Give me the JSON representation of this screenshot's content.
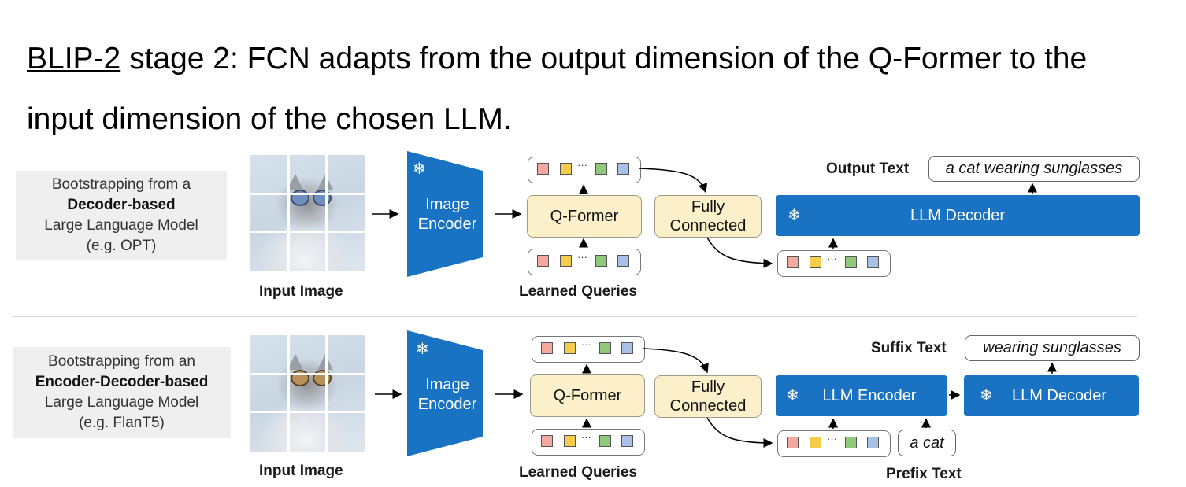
{
  "heading": {
    "link_text": "BLIP-2",
    "line1_rest": " stage 2: FCN adapts from the output dimension of the Q-Former to the",
    "line2": "input dimension of the chosen LLM."
  },
  "colors": {
    "encoder_blue": "#1a73c2",
    "qformer_fill": "#fbf0c9",
    "token_colors": [
      "#f4a8a0",
      "#f5cd4b",
      "#8fca7a",
      "#a9c1e6"
    ]
  },
  "top": {
    "side": {
      "line1": "Bootstrapping from a",
      "bold": "Decoder-based",
      "line3": "Large Language Model",
      "line4": "(e.g. OPT)"
    },
    "image_caption": "Input Image",
    "encoder_label": "Image\nEncoder",
    "encoder_icon": "snowflake-icon",
    "qformer": "Q-Former",
    "queries_caption": "Learned Queries",
    "fc": "Fully\nConnected",
    "output_label": "Output Text",
    "output_text": "a cat wearing sunglasses",
    "llm": "LLM Decoder",
    "llm_icon": "snowflake-icon"
  },
  "bottom": {
    "side": {
      "line1": "Bootstrapping from an",
      "bold": "Encoder-Decoder-based",
      "line3": "Large Language Model",
      "line4": "(e.g. FlanT5)"
    },
    "image_caption": "Input Image",
    "encoder_label": "Image\nEncoder",
    "encoder_icon": "snowflake-icon",
    "qformer": "Q-Former",
    "queries_caption": "Learned Queries",
    "fc": "Fully\nConnected",
    "suffix_label": "Suffix Text",
    "suffix_text": "wearing sunglasses",
    "llm_encoder": "LLM Encoder",
    "llm_decoder": "LLM Decoder",
    "llm_icon": "snowflake-icon",
    "prefix_text": "a cat",
    "prefix_label": "Prefix Text"
  }
}
